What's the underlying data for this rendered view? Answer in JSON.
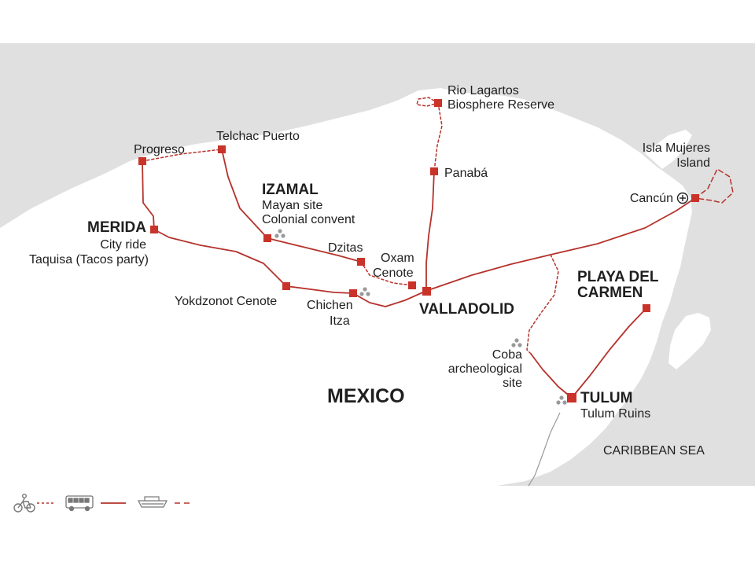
{
  "colors": {
    "land": "#ffffff",
    "sea": "#e0e0e0",
    "route": "#b5322b",
    "stop": "#c9332a",
    "ruins": "#9a9a9a",
    "legend_icon": "#777777"
  },
  "places": {
    "rio_lagartos": [
      "Rio Lagartos",
      "Biosphere Reserve"
    ],
    "telchac": "Telchac Puerto",
    "progreso": "Progreso",
    "panaba": "Panabá",
    "isla_mujeres": [
      "Isla Mujeres",
      "Island"
    ],
    "izamal": {
      "title": "IZAMAL",
      "lines": [
        "Mayan site",
        "Colonial convent"
      ]
    },
    "cancun": "Cancún",
    "merida": {
      "title": "MERIDA",
      "lines": [
        "City ride",
        "Taquisa (Tacos party)"
      ]
    },
    "dzitas": "Dzitas",
    "oxam": [
      "Oxam",
      "Cenote"
    ],
    "playa": [
      "PLAYA DEL",
      "CARMEN"
    ],
    "yokdzonot": "Yokdzonot Cenote",
    "chichen": [
      "Chichen",
      "Itza"
    ],
    "valladolid": "VALLADOLID",
    "coba": [
      "Coba",
      "archeological",
      "site"
    ],
    "mexico": "MEXICO",
    "tulum": {
      "title": "TULUM",
      "lines": [
        "Tulum Ruins"
      ]
    },
    "caribbean": "CARIBBEAN SEA"
  },
  "legend": [
    {
      "icon": "bicycle-icon",
      "line": "dashed"
    },
    {
      "icon": "bus-icon",
      "line": "solid"
    },
    {
      "icon": "boat-icon",
      "line": "long-dashed"
    }
  ]
}
